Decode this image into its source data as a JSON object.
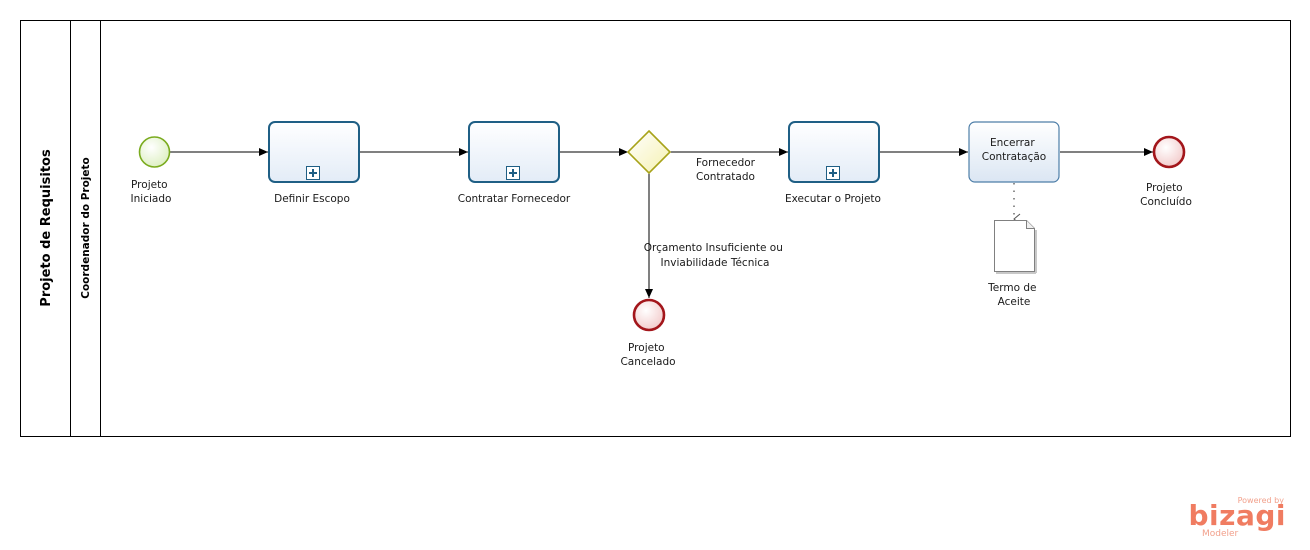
{
  "pool": {
    "title": "Projeto de Requisitos"
  },
  "lane": {
    "title": "Coordenador do Projeto"
  },
  "events": {
    "start": [
      "Projeto",
      "Iniciado"
    ],
    "end_concluido": [
      "Projeto",
      "Concluído"
    ],
    "end_cancelado": [
      "Projeto",
      "Cancelado"
    ]
  },
  "tasks": {
    "definir": "Definir Escopo",
    "contratar": "Contratar Fornecedor",
    "executar": "Executar o Projeto",
    "encerrar": [
      "Encerrar",
      "Contratação"
    ]
  },
  "artifact": {
    "termo": [
      "Termo de",
      "Aceite"
    ]
  },
  "flows": {
    "fornecedor": [
      "Fornecedor",
      "Contratado"
    ],
    "orcamento": [
      "Orçamento Insuficiente ou",
      "Inviabilidade Técnica"
    ]
  },
  "colors": {
    "start_fill": "#eef7df",
    "start_stroke": "#7aab1e",
    "end_fill": "#f6dcdc",
    "end_stroke": "#a3161b",
    "task_stroke": "#1f5f85",
    "task_fill": "#eef3fa",
    "gateway_fill": "#fbfad0",
    "gateway_stroke": "#a8a31a",
    "watermark": "#f07c61"
  },
  "watermark": {
    "powered": "Powered by",
    "brand": "bizagi",
    "product": "Modeler"
  }
}
